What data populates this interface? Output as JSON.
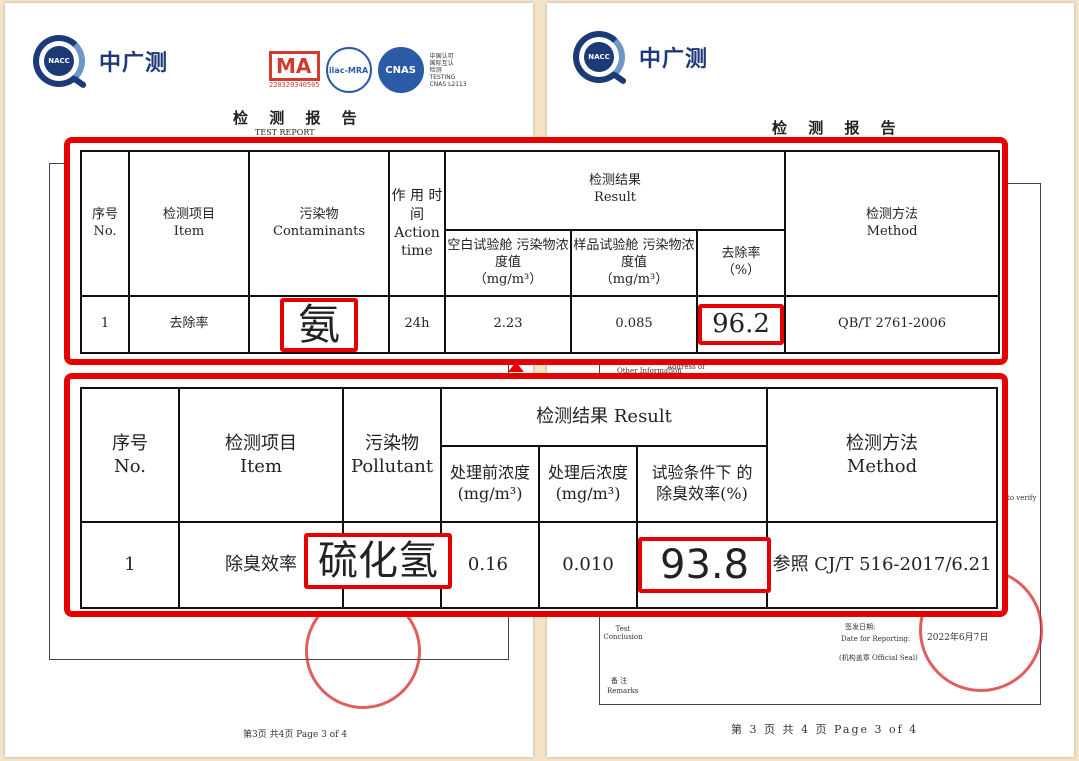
{
  "left_page": {
    "logo_text": "中广测",
    "logo_badge": "NACC",
    "cma_text": "MA",
    "cma_number": "220320340505",
    "badge_ilac": "ilac-MRA",
    "badge_cnas": "CNAS",
    "cnas_caption": [
      "中国认可",
      "国际互认",
      "检测",
      "TESTING",
      "CNAS L2113"
    ],
    "title": "检 测 报 告",
    "subtitle": "TEST REPORT",
    "footer": "第3页 共4页 Page 3 of 4"
  },
  "right_page": {
    "logo_text": "中广测",
    "logo_badge": "NACC",
    "title": "检 测 报 告",
    "other_info": "Other Information",
    "address_label": "Address of",
    "test_conclusion": "Test Conclusion",
    "sign_date_label": "签发日期:",
    "sign_date_en": "Date for Reporting:",
    "sign_date_value": "2022年6月7日",
    "official_seal": "(机构盖章 Official Seal)",
    "remarks_cn": "备 注",
    "remarks_en": "Remarks",
    "to_verify": "to verify",
    "footer": "第 3 页 共 4 页 Page 3 of 4"
  },
  "top_table": {
    "headers": {
      "no_cn": "序号",
      "no_en": "No.",
      "item_cn": "检测项目",
      "item_en": "Item",
      "cont_cn": "污染物",
      "cont_en": "Contaminants",
      "time_cn": "作 用 时 间",
      "time_en": "Action time",
      "result_cn": "检测结果",
      "result_en": "Result",
      "blank_cn": "空白试验舱 污染物浓度值",
      "blank_unit": "（mg/m³）",
      "sample_cn": "样品试验舱 污染物浓度值",
      "sample_unit": "（mg/m³）",
      "removal_cn": "去除率",
      "removal_unit": "（%）",
      "method_cn": "检测方法",
      "method_en": "Method"
    },
    "row": {
      "no": "1",
      "item": "去除率",
      "contaminant": "氨",
      "time": "24h",
      "blank": "2.23",
      "sample": "0.085",
      "removal": "96.2",
      "method": "QB/T 2761-2006"
    }
  },
  "bottom_table": {
    "headers": {
      "no_cn": "序号",
      "no_en": "No.",
      "item_cn": "检测项目",
      "item_en": "Item",
      "poll_cn": "污染物",
      "poll_en": "Pollutant",
      "result": "检测结果 Result",
      "before_cn": "处理前浓度",
      "before_unit": "(mg/m³)",
      "after_cn": "处理后浓度",
      "after_unit": "(mg/m³)",
      "eff_cn": "试验条件下 的除臭效率(%)",
      "method_cn": "检测方法",
      "method_en": "Method"
    },
    "row": {
      "no": "1",
      "item": "除臭效率",
      "pollutant": "硫化氢",
      "before": "0.16",
      "after": "0.010",
      "efficiency": "93.8",
      "method": "参照 CJ/T 516-2017/6.21"
    }
  },
  "colors": {
    "highlight": "#e60000",
    "logo_blue": "#1d3a78",
    "background": "#f3e4c8"
  }
}
